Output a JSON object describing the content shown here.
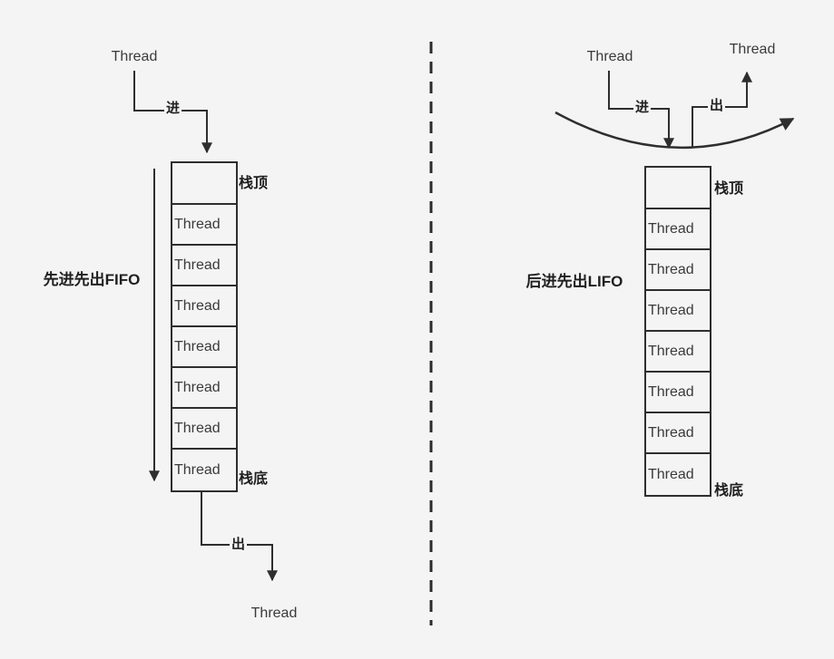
{
  "colors": {
    "background": "#f4f4f4",
    "line": "#2e2e2e",
    "text": "#3a3a3a"
  },
  "left": {
    "source_thread": "Thread",
    "enter_label": "进",
    "stack_top_label": "栈顶",
    "side_label": "先进先出FIFO",
    "stack_bottom_label": "栈底",
    "exit_label": "出",
    "output_thread": "Thread",
    "cells": [
      "",
      "Thread",
      "Thread",
      "Thread",
      "Thread",
      "Thread",
      "Thread",
      "Thread"
    ]
  },
  "right": {
    "in_thread": "Thread",
    "out_thread": "Thread",
    "enter_label": "进",
    "exit_label": "出",
    "stack_top_label": "栈顶",
    "side_label": "后进先出LIFO",
    "stack_bottom_label": "栈底",
    "cells": [
      "",
      "Thread",
      "Thread",
      "Thread",
      "Thread",
      "Thread",
      "Thread",
      "Thread"
    ]
  }
}
